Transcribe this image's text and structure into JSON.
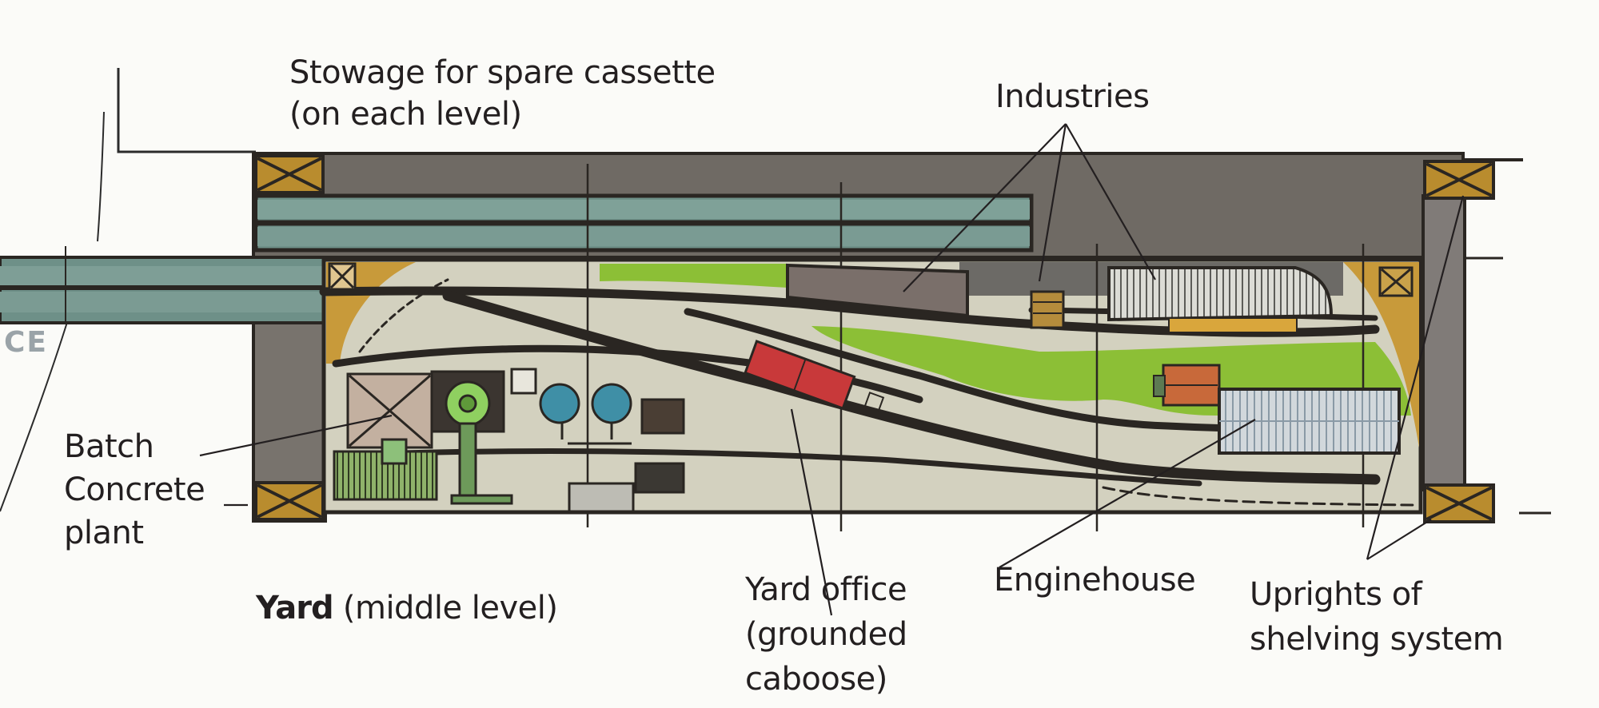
{
  "diagram": {
    "title": {
      "bold": "Yard",
      "rest": "(middle level)"
    },
    "labels": {
      "stowage": [
        "Stowage for spare cassette",
        "(on each level)"
      ],
      "industries": "Industries",
      "batch_plant": [
        "Batch",
        "Concrete",
        "plant"
      ],
      "yard_office": [
        "Yard office",
        "(grounded",
        "caboose)"
      ],
      "enginehouse": "Enginehouse",
      "uprights": [
        "Uprights of",
        "shelving system"
      ]
    },
    "edge_fragment": "CE",
    "colors": {
      "benchwork": "#6f6a64",
      "cassette": "#6e9088",
      "post": "#b98c2e",
      "ground": "#d3d1bf",
      "grass": "#8cbf36",
      "track": "#2a2622",
      "caboose": "#c8393a",
      "tanks": "#3f8fa6",
      "enginehouse": "#c9cfd2",
      "warehouse": "#d7d8d3",
      "brick_building": "#c8693a"
    }
  }
}
